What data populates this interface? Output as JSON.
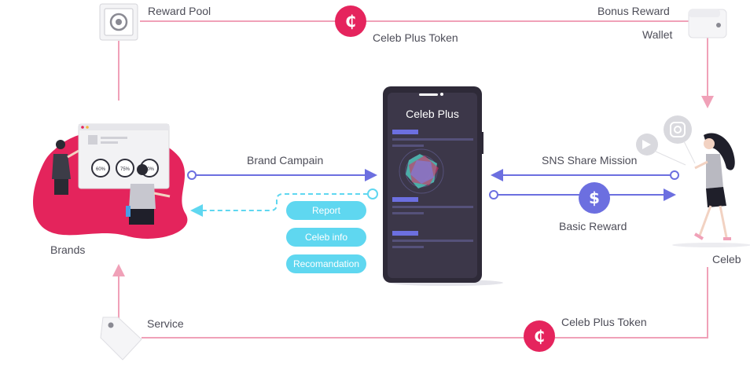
{
  "labels": {
    "reward_pool": "Reward Pool",
    "celeb_plus_token_top": "Celeb Plus Token",
    "bonus_reward": "Bonus Reward",
    "wallet": "Wallet",
    "brand_campain": "Brand Campain",
    "sns_share_mission": "SNS Share Mission",
    "basic_reward": "Basic Reward",
    "brands": "Brands",
    "celeb": "Celeb",
    "service": "Service",
    "celeb_plus_token_bottom": "Celeb Plus Token"
  },
  "phone": {
    "title": "Celeb Plus"
  },
  "pills": [
    {
      "label": "Report"
    },
    {
      "label": "Celeb info"
    },
    {
      "label": "Recomandation"
    }
  ],
  "dashboard": {
    "gauges": [
      "60%",
      "75%",
      "80%"
    ]
  },
  "colors": {
    "pink_line": "#f0a1b8",
    "token_red": "#e5245d",
    "blue_line": "#6c6fe0",
    "cyan": "#5fd7f0",
    "phone_body": "#3a3547"
  },
  "icons": {
    "token": "₵",
    "dollar": "$"
  }
}
